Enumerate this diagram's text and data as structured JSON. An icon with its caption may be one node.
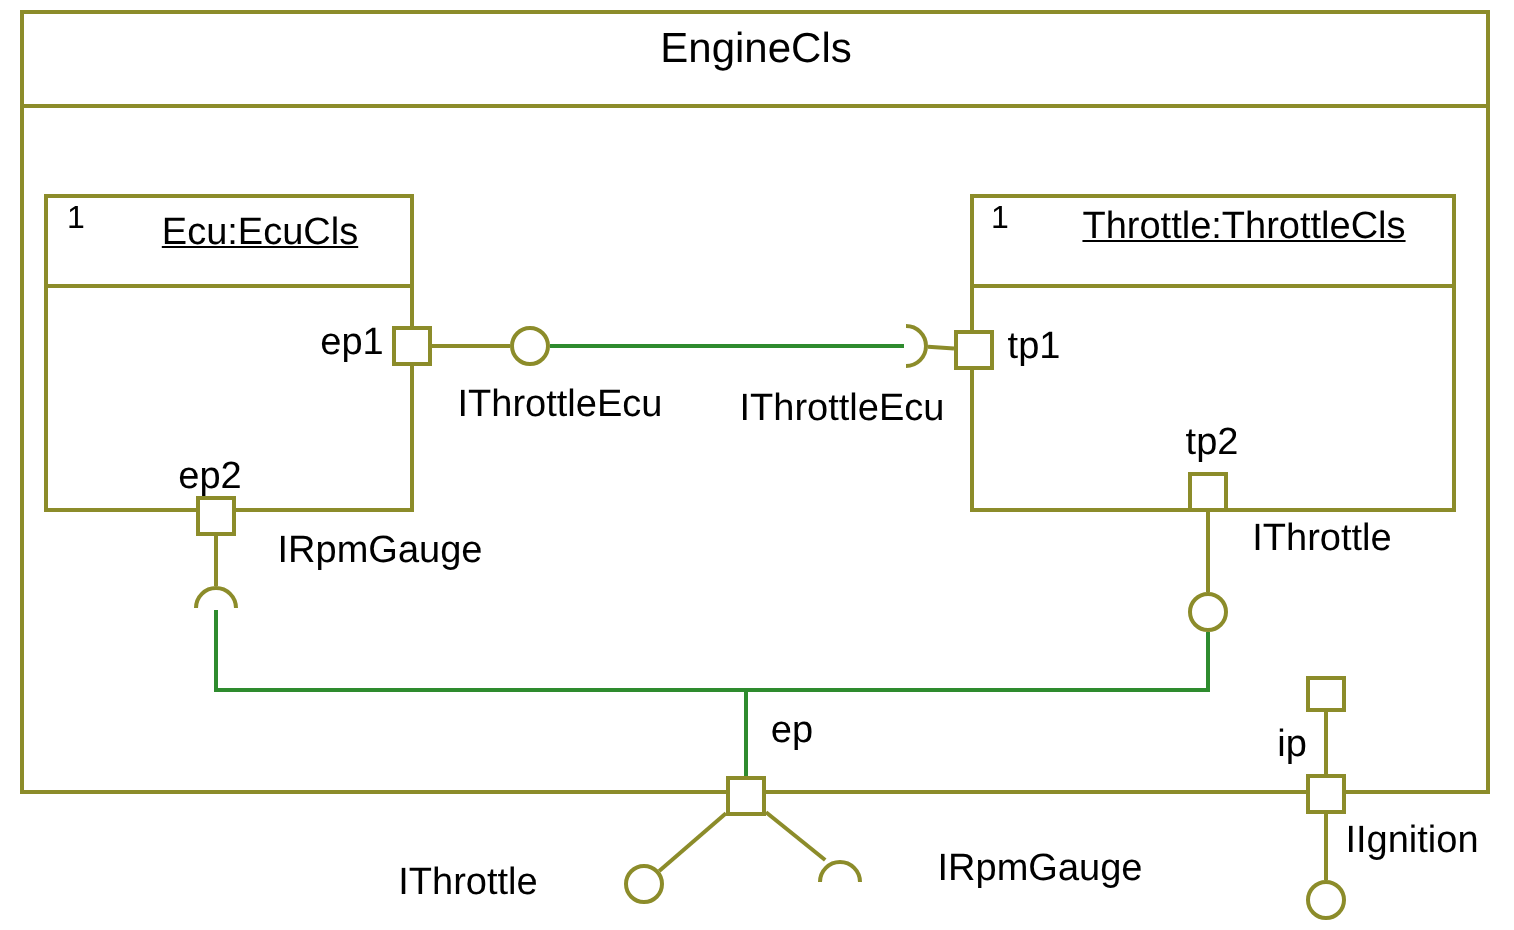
{
  "diagram": {
    "nodes": [
      {
        "text": [
          "EngineCls"
        ]
      },
      {
        "text": [
          "1",
          "Ecu:EcuCls"
        ],
        "in": 0
      },
      {
        "text": [
          "1",
          "Throttle:ThrottleCls"
        ],
        "in": 0
      },
      {
        "text": [
          "ep1"
        ],
        "in": 1
      },
      {
        "text": [],
        "shape": "circle",
        "beside": [
          "IThrottleEcu"
        ],
        "in": 0
      },
      {
        "text": [],
        "shape": "socket",
        "beside": [
          "IThrottleEcu"
        ],
        "in": 0
      },
      {
        "text": [
          "tp1"
        ],
        "in": 2
      },
      {
        "text": [
          "ep2"
        ],
        "beside": [
          "IRpmGauge"
        ],
        "in": 1
      },
      {
        "text": [],
        "shape": "socket",
        "in": 0
      },
      {
        "text": [
          "tp2"
        ],
        "beside": [
          "IThrottle"
        ],
        "in": 2
      },
      {
        "text": [],
        "shape": "circle",
        "in": 0
      },
      {
        "text": [
          "ep"
        ]
      },
      {
        "text": [],
        "shape": "circle",
        "beside": [
          "IThrottle"
        ]
      },
      {
        "text": [],
        "shape": "socket",
        "beside": [
          "IRpmGauge"
        ]
      },
      {
        "text": [
          "ip"
        ]
      },
      {
        "text": [],
        "shape": "box",
        "in": 0
      },
      {
        "text": [],
        "shape": "circle",
        "beside": [
          "IIgnition"
        ]
      }
    ],
    "edges": [
      {
        "from": 3,
        "to": 4,
        "arrow": "none"
      },
      {
        "from": 4,
        "to": 5,
        "arrow": "none",
        "color": "#2e8b2e"
      },
      {
        "from": 5,
        "to": 6,
        "arrow": "none"
      },
      {
        "from": 7,
        "to": 8,
        "arrow": "none"
      },
      {
        "from": 8,
        "to": 11,
        "arrow": "none",
        "color": "#2e8b2e"
      },
      {
        "from": 9,
        "to": 10,
        "arrow": "none"
      },
      {
        "from": 10,
        "to": 11,
        "arrow": "none",
        "color": "#2e8b2e"
      },
      {
        "from": 11,
        "to": 12,
        "arrow": "none"
      },
      {
        "from": 11,
        "to": 13,
        "arrow": "none"
      },
      {
        "from": 15,
        "to": 14,
        "arrow": "none"
      },
      {
        "from": 14,
        "to": 16,
        "arrow": "none"
      }
    ]
  }
}
